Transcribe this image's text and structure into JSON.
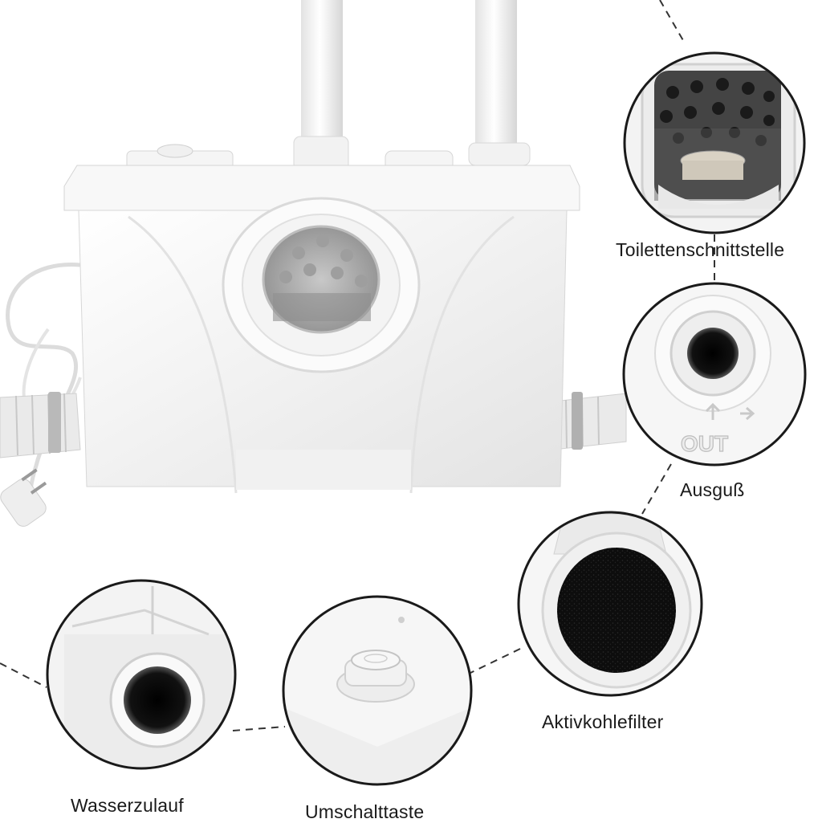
{
  "labels": {
    "toilet_interface": "Toilettenschnittstelle",
    "outlet": "Ausguß",
    "carbon_filter": "Aktivkohlefilter",
    "water_inlet": "Wasserzulauf",
    "switch_button": "Umschalttaste"
  },
  "embossed_text": {
    "out": "OUT"
  },
  "colors": {
    "background": "#ffffff",
    "unit_white": "#f4f4f4",
    "circle_border": "#1a1a1a",
    "label_text": "#1a1a1a"
  }
}
